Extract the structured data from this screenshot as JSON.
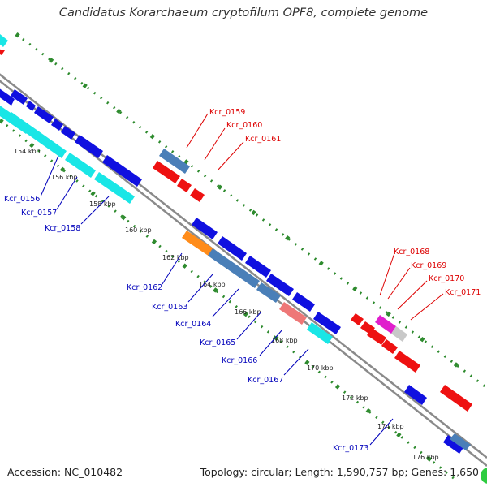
{
  "title": "Candidatus Korarchaeum cryptofilum OPF8, complete genome",
  "footer": {
    "accession": "Accession: NC_010482",
    "topology": "Topology: circular; Length: 1,590,757 bp; Genes: 1,650"
  },
  "colors": {
    "backbone": "#8a8a8a",
    "ruler_dots": "#2e8b2e",
    "forward_label": "#dd0000",
    "reverse_label": "#0000bb",
    "blue": "#1010e0",
    "cyan": "#19e6e6",
    "steelblue": "#4a7fb8",
    "red": "#ee1111",
    "orange": "#ff8c1a",
    "salmon": "#ee7777",
    "magenta": "#e01ecc",
    "gray": "#c8c8c8",
    "green": "#2ecc40"
  },
  "ticks": [
    {
      "label": "154 kbp",
      "kbp": 154
    },
    {
      "label": "156 kbp",
      "kbp": 156
    },
    {
      "label": "158 kbp",
      "kbp": 158
    },
    {
      "label": "160 kbp",
      "kbp": 160
    },
    {
      "label": "162 kbp",
      "kbp": 162
    },
    {
      "label": "164 kbp",
      "kbp": 164
    },
    {
      "label": "166 kbp",
      "kbp": 166
    },
    {
      "label": "168 kbp",
      "kbp": 168
    },
    {
      "label": "170 kbp",
      "kbp": 170
    },
    {
      "label": "172 kbp",
      "kbp": 172
    },
    {
      "label": "174 kbp",
      "kbp": 174
    },
    {
      "label": "176 kbp",
      "kbp": 176
    }
  ],
  "forward_labels": [
    "Kcr_0159",
    "Kcr_0160",
    "Kcr_0161",
    "Kcr_0168",
    "Kcr_0169",
    "Kcr_0170",
    "Kcr_0171"
  ],
  "reverse_labels": [
    "Kcr_0156",
    "Kcr_0157",
    "Kcr_0158",
    "Kcr_0162",
    "Kcr_0163",
    "Kcr_0164",
    "Kcr_0165",
    "Kcr_0166",
    "Kcr_0167",
    "Kcr_0173"
  ]
}
